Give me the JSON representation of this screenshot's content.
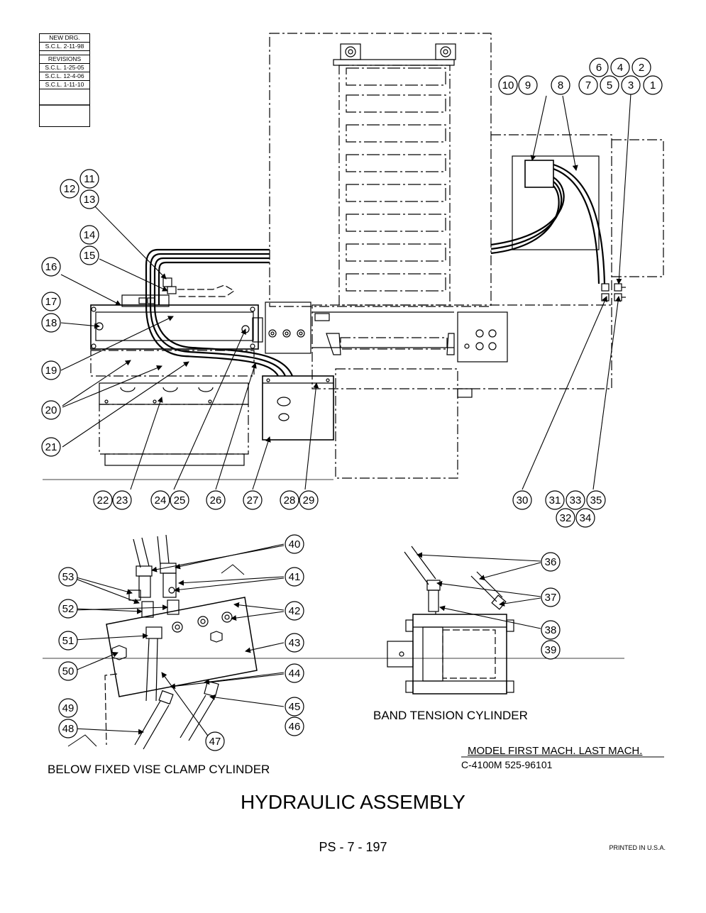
{
  "revision_block": {
    "new_drg_label": "NEW DRG.",
    "new_drg_value": "S.C.L. 2-11-98",
    "revisions_label": "REVISIONS",
    "revisions": [
      "S.C.L. 1-25-05",
      "S.C.L. 12-4-06",
      "S.C.L. 1-11-10"
    ]
  },
  "views": {
    "clamp_cylinder": "BELOW FIXED VISE CLAMP CYLINDER",
    "band_tension": "BAND TENSION CYLINDER"
  },
  "model_table": {
    "header": "MODEL  FIRST MACH.  LAST MACH.",
    "row": "C-4100M   525-96101"
  },
  "title": "HYDRAULIC ASSEMBLY",
  "page_number": "PS - 7 - 197",
  "printed": "PRINTED IN U.S.A.",
  "callouts": [
    "1",
    "2",
    "3",
    "4",
    "5",
    "6",
    "7",
    "8",
    "9",
    "10",
    "11",
    "12",
    "13",
    "14",
    "15",
    "16",
    "17",
    "18",
    "19",
    "20",
    "21",
    "22",
    "23",
    "24",
    "25",
    "26",
    "27",
    "28",
    "29",
    "30",
    "31",
    "32",
    "33",
    "34",
    "35",
    "36",
    "37",
    "38",
    "39",
    "40",
    "41",
    "42",
    "43",
    "44",
    "45",
    "46",
    "47",
    "48",
    "49",
    "50",
    "51",
    "52",
    "53"
  ]
}
